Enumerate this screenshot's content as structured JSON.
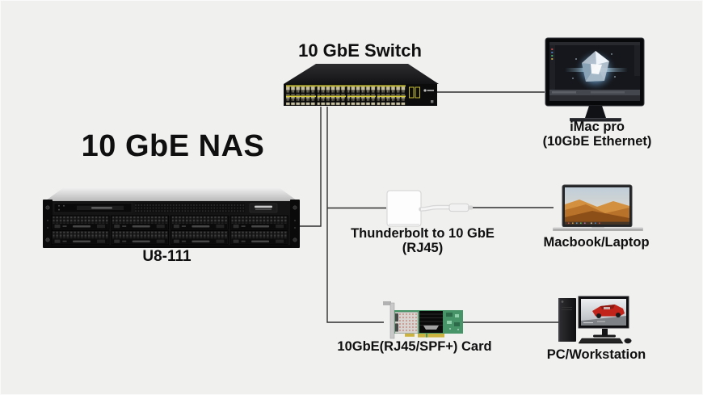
{
  "title": "10 GbE NAS",
  "nodes": {
    "switch": {
      "label": "10 GbE Switch"
    },
    "nas": {
      "label": "U8-111"
    },
    "imac": {
      "label": "iMac pro",
      "sublabel": "(10GbE Ethernet)"
    },
    "adapter": {
      "label": "Thunderbolt to 10 GbE",
      "sublabel": "(RJ45)"
    },
    "macbook": {
      "label": "Macbook/Laptop"
    },
    "card": {
      "label": "10GbE(RJ45/SPF+) Card"
    },
    "pc": {
      "label": "PC/Workstation"
    }
  },
  "connections": [
    {
      "from": "nas",
      "to": "switch"
    },
    {
      "from": "switch",
      "to": "imac"
    },
    {
      "from": "switch",
      "to": "adapter"
    },
    {
      "from": "adapter",
      "to": "macbook"
    },
    {
      "from": "switch",
      "to": "card"
    },
    {
      "from": "card",
      "to": "pc"
    }
  ],
  "colors": {
    "background": "#f0f0ef",
    "line": "#2e2e2e",
    "text": "#0f0f0f",
    "switch_port_yellow": "#d9ce3e",
    "pcb_green": "#469468",
    "gold_fingers": "#ccb23e"
  }
}
